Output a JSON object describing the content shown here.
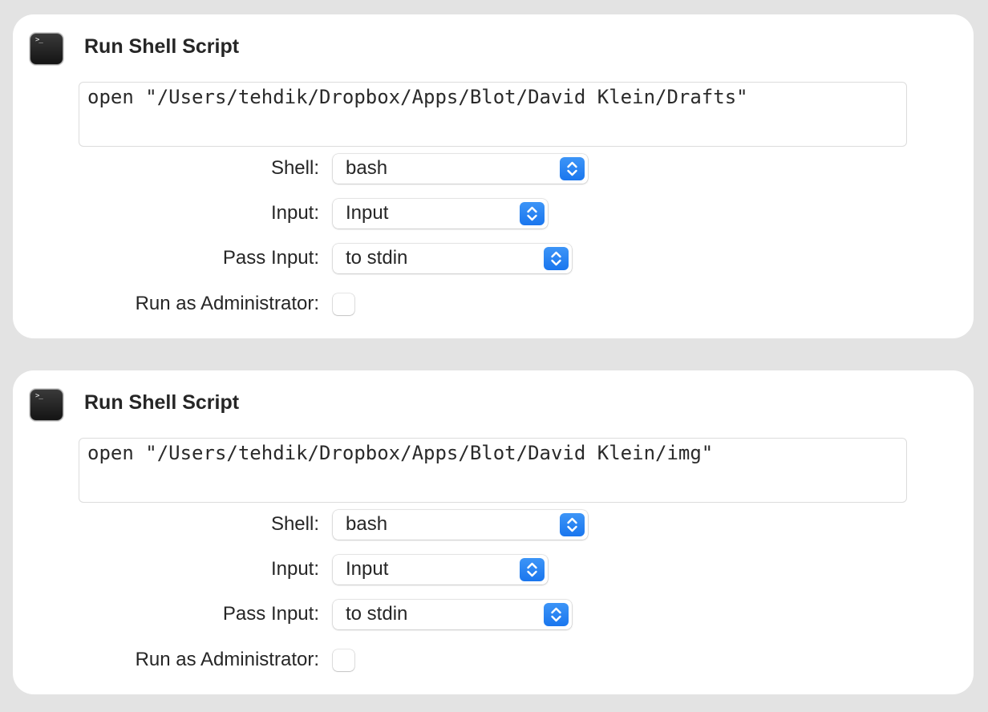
{
  "actions": [
    {
      "title": "Run Shell Script",
      "icon": "terminal-icon",
      "script": "open \"/Users/tehdik/Dropbox/Apps/Blot/David Klein/Drafts\"",
      "shell": {
        "label": "Shell:",
        "value": "bash"
      },
      "input": {
        "label": "Input:",
        "value": "Input"
      },
      "pass_input": {
        "label": "Pass Input:",
        "value": "to stdin"
      },
      "run_as_admin": {
        "label": "Run as Administrator:",
        "checked": false
      }
    },
    {
      "title": "Run Shell Script",
      "icon": "terminal-icon",
      "script": "open \"/Users/tehdik/Dropbox/Apps/Blot/David Klein/img\"",
      "shell": {
        "label": "Shell:",
        "value": "bash"
      },
      "input": {
        "label": "Input:",
        "value": "Input"
      },
      "pass_input": {
        "label": "Pass Input:",
        "value": "to stdin"
      },
      "run_as_admin": {
        "label": "Run as Administrator:",
        "checked": false
      }
    }
  ],
  "colors": {
    "background": "#e3e3e3",
    "card": "#ffffff",
    "accent": "#1a76ee",
    "text": "#262626"
  }
}
